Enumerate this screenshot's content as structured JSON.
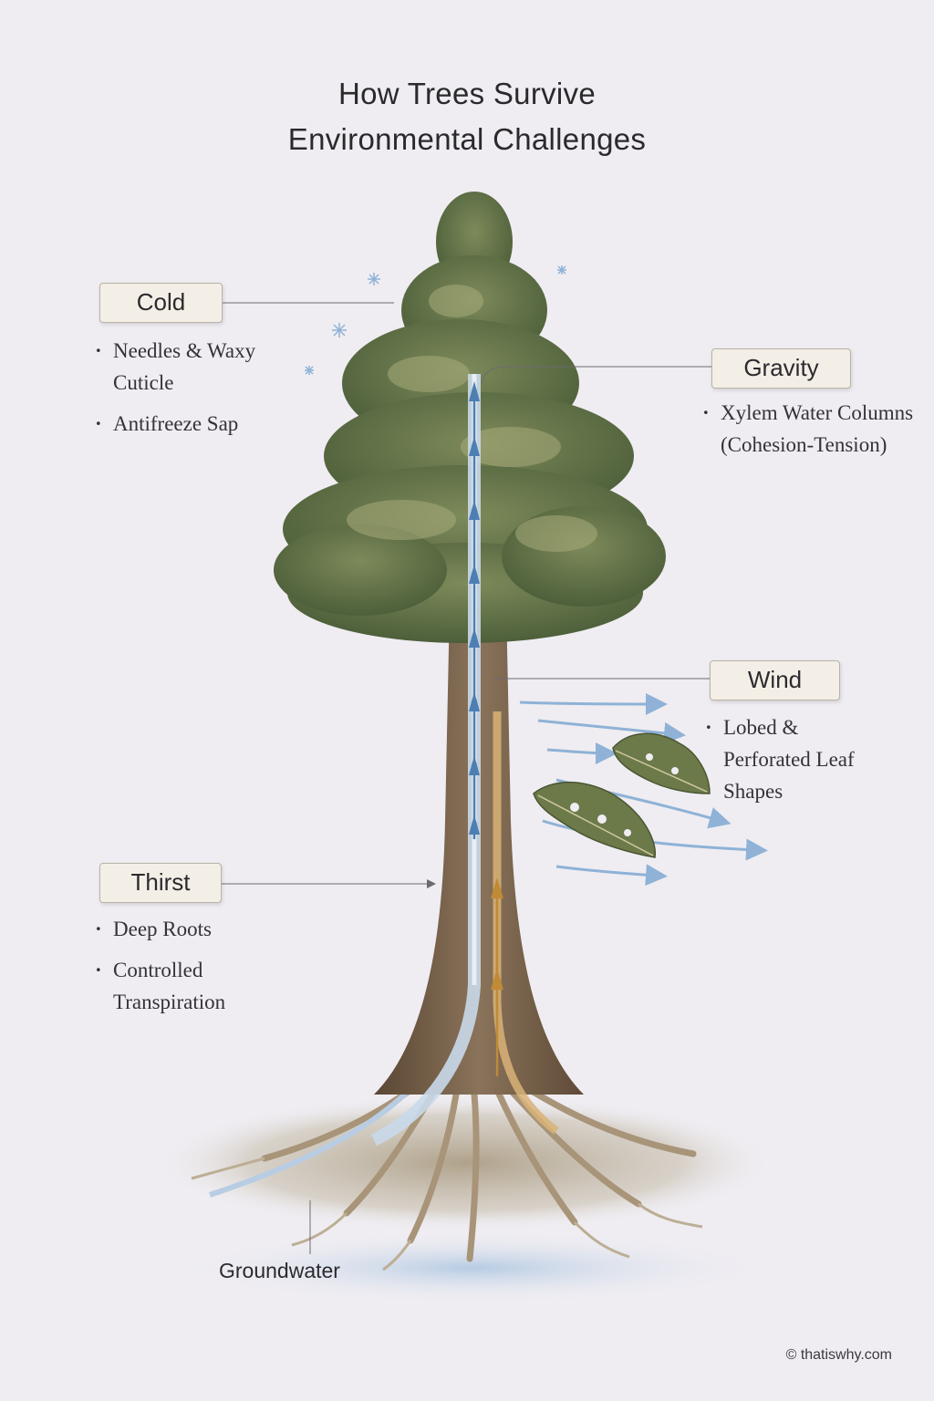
{
  "title": {
    "line1": "How Trees Survive",
    "line2": "Environmental Challenges"
  },
  "callouts": {
    "cold": {
      "label": "Cold",
      "bullets": [
        "Needles & Waxy Cuticle",
        "Antifreeze Sap"
      ]
    },
    "gravity": {
      "label": "Gravity",
      "bullets": [
        "Xylem Water Columns (Cohesion-Tension)"
      ]
    },
    "wind": {
      "label": "Wind",
      "bullets": [
        "Lobed & Perforated Leaf Shapes"
      ]
    },
    "thirst": {
      "label": "Thirst",
      "bullets": [
        "Deep Roots",
        "Controlled Transpiration"
      ]
    }
  },
  "groundwater_label": "Groundwater",
  "copyright": "© thatiswhy.com",
  "colors": {
    "background": "#efedf2",
    "foliage": "#5f7048",
    "trunk": "#6b5540",
    "xylem_water": "#4d7fb3",
    "phloem_sap": "#c99a4a",
    "wind_arrows": "#8fb2d6",
    "leaf": "#6c7a4a"
  }
}
